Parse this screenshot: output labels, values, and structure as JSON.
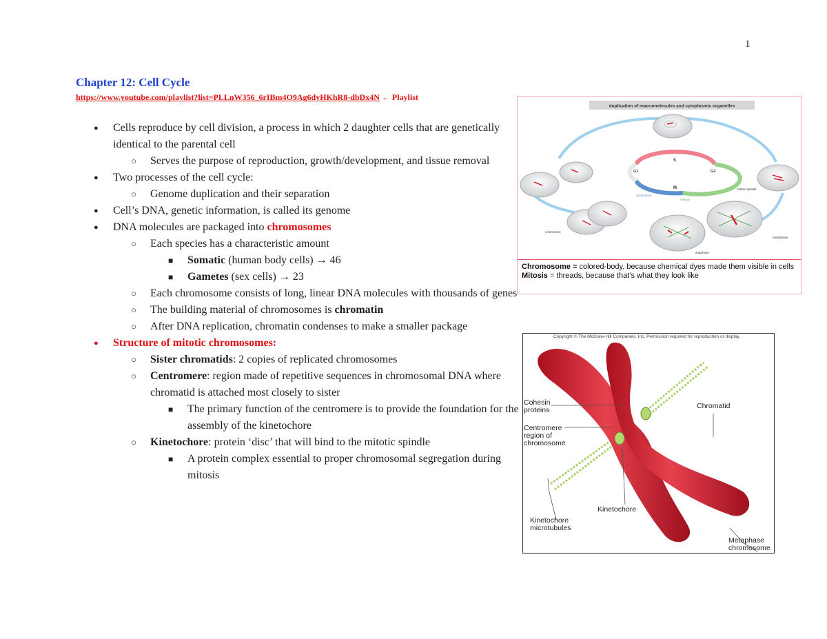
{
  "page": {
    "number": "1"
  },
  "header": {
    "title": "Chapter 12: Cell Cycle",
    "link_url": "https://www.youtube.com/playlist?list=PLLnW356_6rIBm4O9Ag6dyHKhR8-dbDx4N",
    "link_suffix": " ← Playlist"
  },
  "outline": [
    {
      "level": 1,
      "marker": "●",
      "text": "Cells reproduce by cell division, a process in which 2 daughter cells that are genetically identical to the parental cell"
    },
    {
      "level": 2,
      "marker": "○",
      "text": "Serves the purpose of reproduction, growth/development, and tissue removal"
    },
    {
      "level": 1,
      "marker": "●",
      "text": "Two processes of the cell cycle:"
    },
    {
      "level": 2,
      "marker": "○",
      "text": "Genome duplication and their separation"
    },
    {
      "level": 1,
      "marker": "●",
      "text": "Cell’s DNA, genetic information, is called its genome"
    },
    {
      "level": 1,
      "marker": "●",
      "text": "DNA molecules are packaged into ",
      "emph": "chromosomes",
      "emph_style": "red-bold"
    },
    {
      "level": 2,
      "marker": "○",
      "text": "Each species has a characteristic amount"
    },
    {
      "level": 3,
      "marker": "■",
      "bold": "Somatic",
      "text": " (human body cells) → 46"
    },
    {
      "level": 3,
      "marker": "■",
      "bold": "Gametes",
      "text": " (sex cells) → 23"
    },
    {
      "level": 2,
      "marker": "○",
      "text": "Each chromosome consists of long, linear DNA molecules with thousands of genes"
    },
    {
      "level": 2,
      "marker": "○",
      "text": "The building material of chromosomes is ",
      "emph": "chromatin",
      "emph_style": "bold"
    },
    {
      "level": 2,
      "marker": "○",
      "text": "After DNA replication, chromatin condenses to make a smaller package"
    },
    {
      "level": 1,
      "marker": "●",
      "marker_color": "#e01010",
      "bold_red": "Structure of mitotic chromosomes:"
    },
    {
      "level": 2,
      "marker": "○",
      "bold": "Sister chromatids",
      "text": ": 2 copies of replicated chromosomes"
    },
    {
      "level": 2,
      "marker": "○",
      "bold": "Centromere",
      "text": ": region made of repetitive sequences in chromosomal DNA where chromatid is attached most closely to sister"
    },
    {
      "level": 3,
      "marker": "■",
      "text": "The primary function of the centromere is to provide the foundation for the assembly of the kinetochore"
    },
    {
      "level": 2,
      "marker": "○",
      "bold": "Kinetochore",
      "text": ": protein ‘disc’ that will bind to the mitotic spindle"
    },
    {
      "level": 3,
      "marker": "■",
      "text": "A protein complex essential to proper chromosomal segregation during mitosis"
    }
  ],
  "figure1": {
    "banner": "duplication of macromolecules and cytoplasmic organelles",
    "cycle_labels": [
      "S",
      "G1",
      "G2",
      "M",
      "cytokinesis",
      "mitosis"
    ],
    "stage_labels": [
      "mitotic spindle",
      "centromere",
      "metaphase",
      "anaphase"
    ],
    "caption": {
      "term1": "Chromosome =",
      "def1": " colored-body, because chemical dyes made them visible in cells",
      "term2": "Mitosis",
      "def2": " = threads, because that’s what they look like"
    },
    "colors": {
      "border": "#f4aab7",
      "S": "#f07f8d",
      "G2": "#9ad18a",
      "M_blue": "#5b8fd0",
      "arrow": "#9fd1ef"
    }
  },
  "figure2": {
    "copyright": "Copyright © The McGraw-Hill Companies, Inc. Permission required for reproduction or display.",
    "labels": {
      "cohesin": "Cohesin proteins",
      "centromere_region": "Centromere region of chromosome",
      "chromatid": "Chromatid",
      "kinetochore": "Kinetochore",
      "kinetochore_microtubules": "Kinetochore microtubules",
      "metaphase_chromosome": "Metaphase chromosome"
    },
    "colors": {
      "chromosome": "#d7212f",
      "microtubule": "#a9d36a"
    }
  }
}
